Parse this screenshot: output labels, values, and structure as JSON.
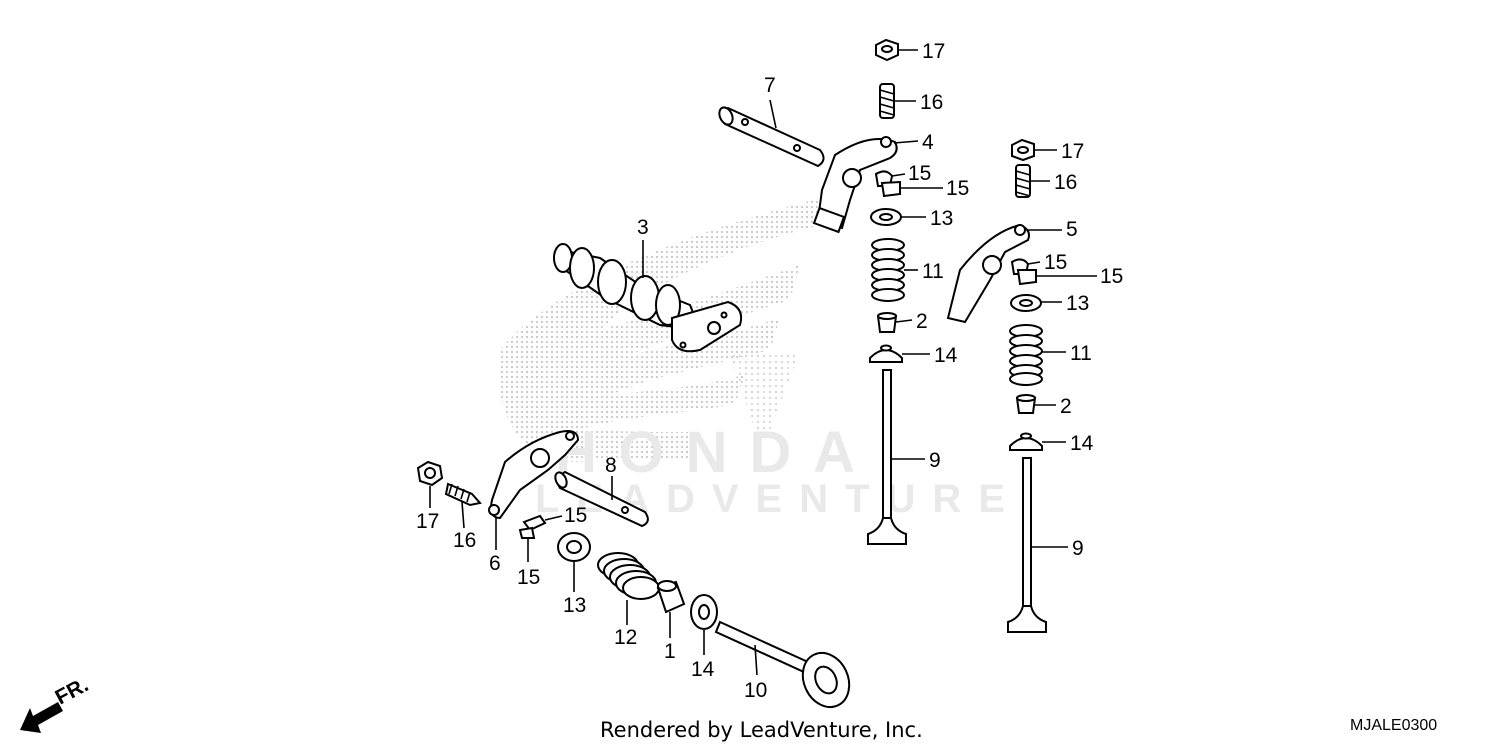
{
  "watermark": {
    "brand": "HONDA",
    "line": "LEADVENTURE"
  },
  "direction_marker": {
    "label": "FR.",
    "icon": "front-arrow-icon"
  },
  "footer": {
    "credit": "Rendered by LeadVenture, Inc.",
    "diagram_code": "MJALE0300"
  },
  "callouts": {
    "c1": "1",
    "c2a": "2",
    "c2b": "2",
    "c3": "3",
    "c4": "4",
    "c5": "5",
    "c6": "6",
    "c7": "7",
    "c8": "8",
    "c9a": "9",
    "c9b": "9",
    "c10": "10",
    "c11a": "11",
    "c11b": "11",
    "c12": "12",
    "c13a": "13",
    "c13b": "13",
    "c13c": "13",
    "c14a": "14",
    "c14b": "14",
    "c14c": "14",
    "c15a": "15",
    "c15b": "15",
    "c15c": "15",
    "c15d": "15",
    "c15e": "15",
    "c15f": "15",
    "c16a": "16",
    "c16b": "16",
    "c16c": "16",
    "c17a": "17",
    "c17b": "17",
    "c17c": "17"
  }
}
